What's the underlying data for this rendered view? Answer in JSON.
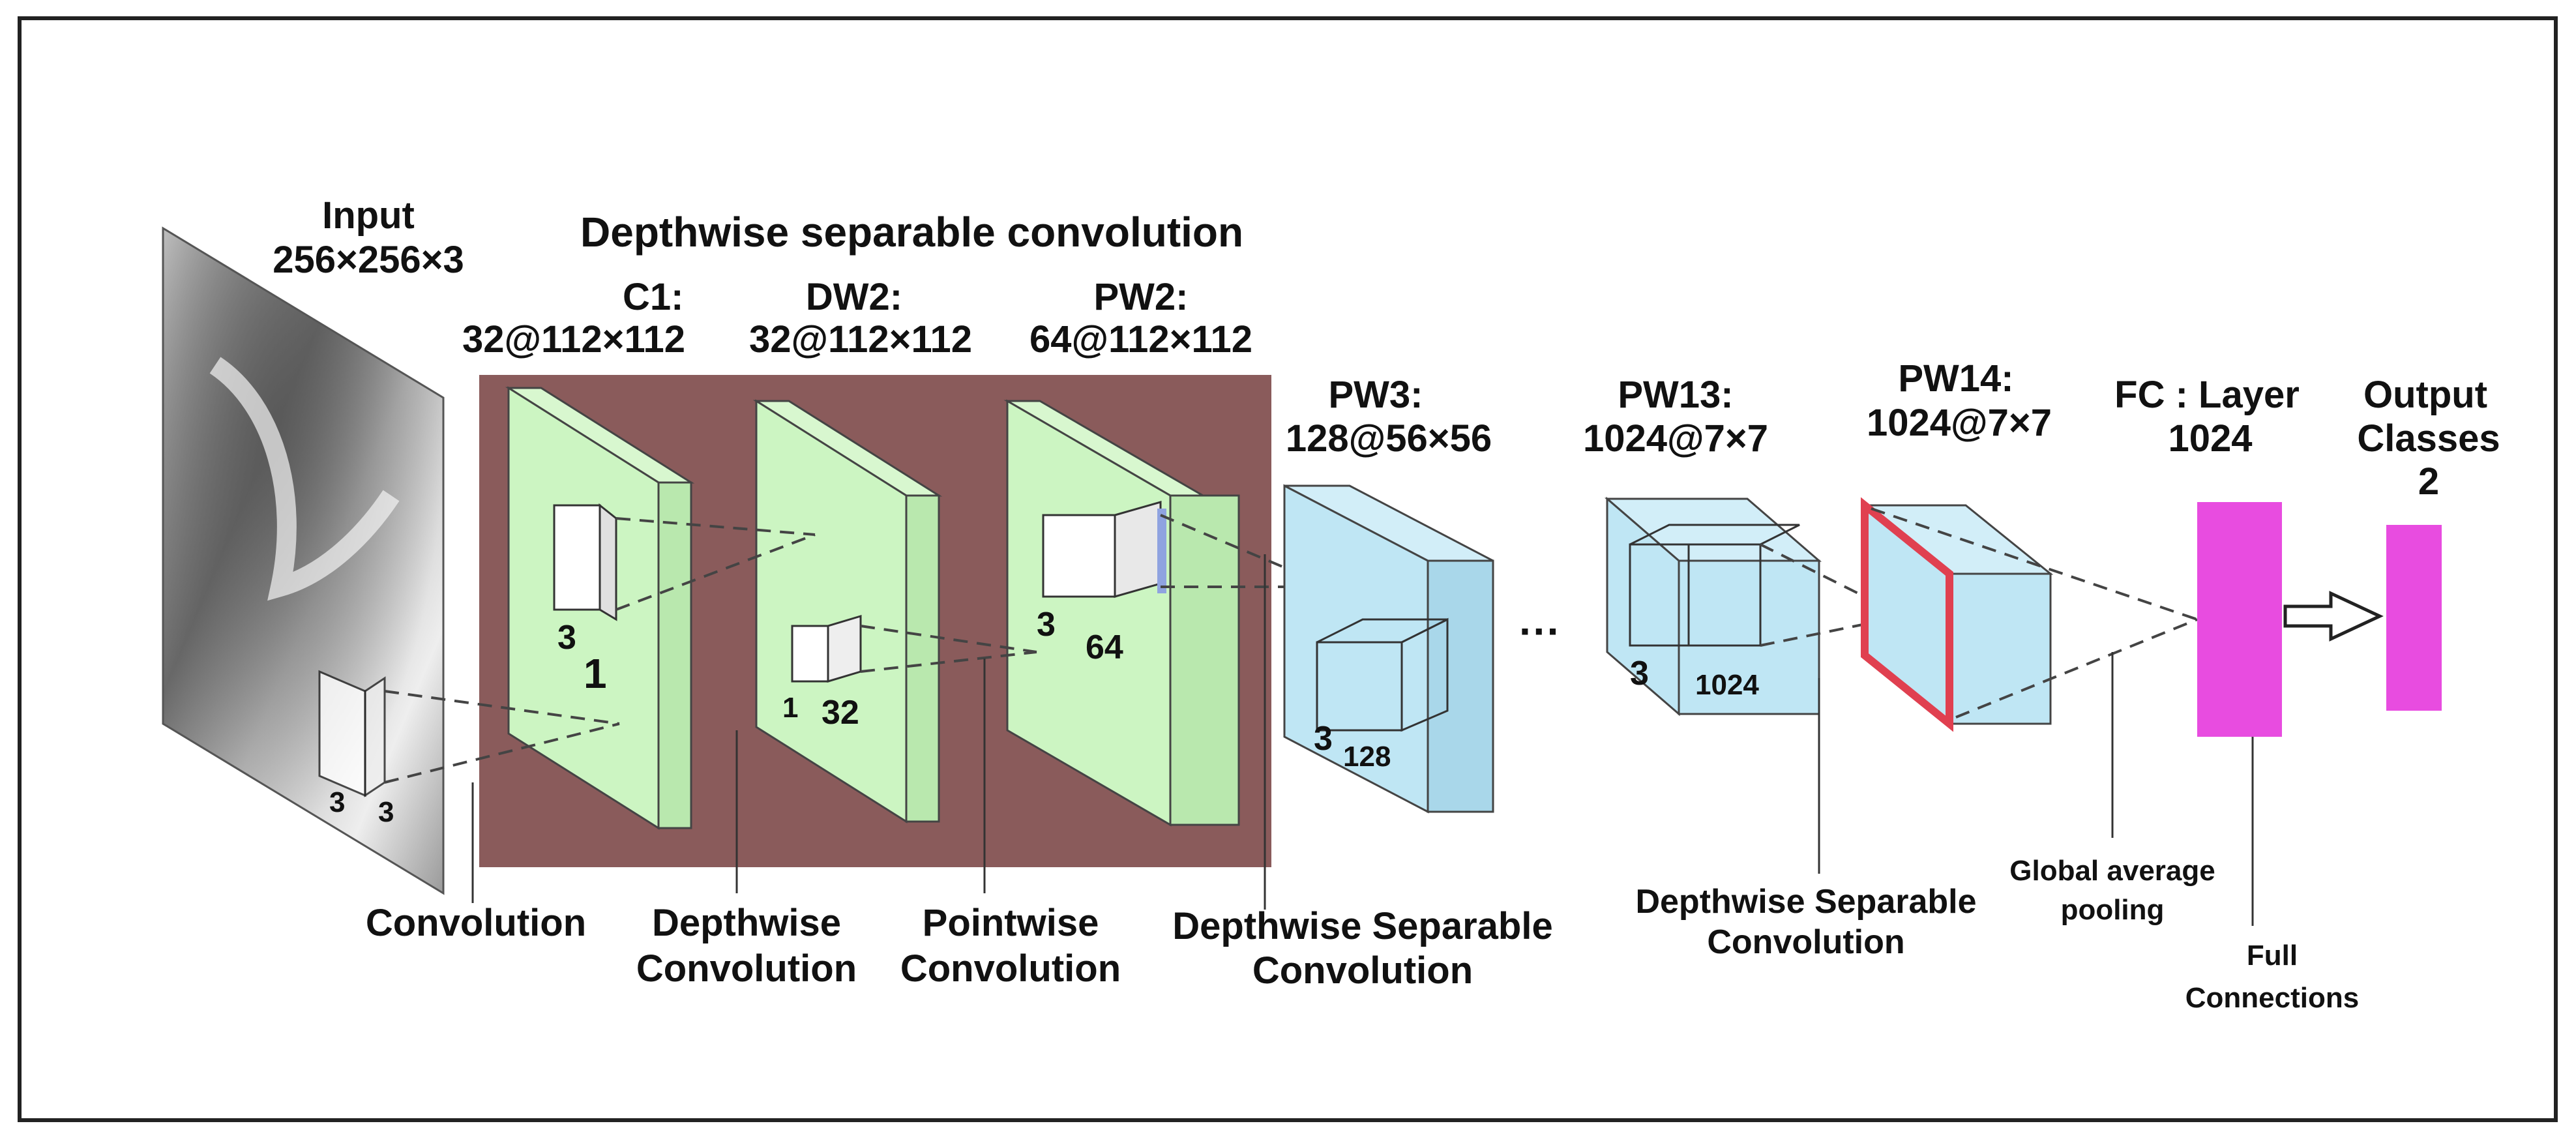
{
  "input": {
    "title": "Input",
    "dims": "256×256×3",
    "kernel_a": "3",
    "kernel_b": "3"
  },
  "header": "Depthwise separable convolution",
  "layers": {
    "c1": {
      "name": "C1:",
      "dims": "32@112×112",
      "k": "3",
      "d": "1"
    },
    "dw2": {
      "name": "DW2:",
      "dims": "32@112×112",
      "k": "1",
      "d": "32"
    },
    "pw2": {
      "name": "PW2:",
      "dims": "64@112×112",
      "k": "3",
      "d": "64"
    },
    "pw3": {
      "name": "PW3:",
      "dims": "128@56×56",
      "k": "3",
      "d": "128"
    },
    "pw13": {
      "name": "PW13:",
      "dims": "1024@7×7",
      "k": "3",
      "d": "1024"
    },
    "pw14": {
      "name": "PW14:",
      "dims": "1024@7×7"
    },
    "fc": {
      "name": "FC : Layer",
      "dims": "1024"
    },
    "out": {
      "name1": "Output",
      "name2": "Classes",
      "dims": "2"
    }
  },
  "ellipsis": "···",
  "bottom_labels": {
    "convolution": "Convolution",
    "depthwise1": "Depthwise",
    "depthwise2": "Convolution",
    "pointwise1": "Pointwise",
    "pointwise2": "Convolution",
    "dsc1a": "Depthwise Separable",
    "dsc1b": "Convolution",
    "dsc2a": "Depthwise Separable",
    "dsc2b": "Convolution",
    "gap1": "Global average",
    "gap2": "pooling",
    "full1": "Full",
    "full2": "Connections"
  },
  "colors": {
    "green": "#ccf5c2",
    "blue": "#bfe6f4",
    "brown": "#8a5b5b",
    "magenta": "#e84ce0",
    "red": "#e04050"
  }
}
